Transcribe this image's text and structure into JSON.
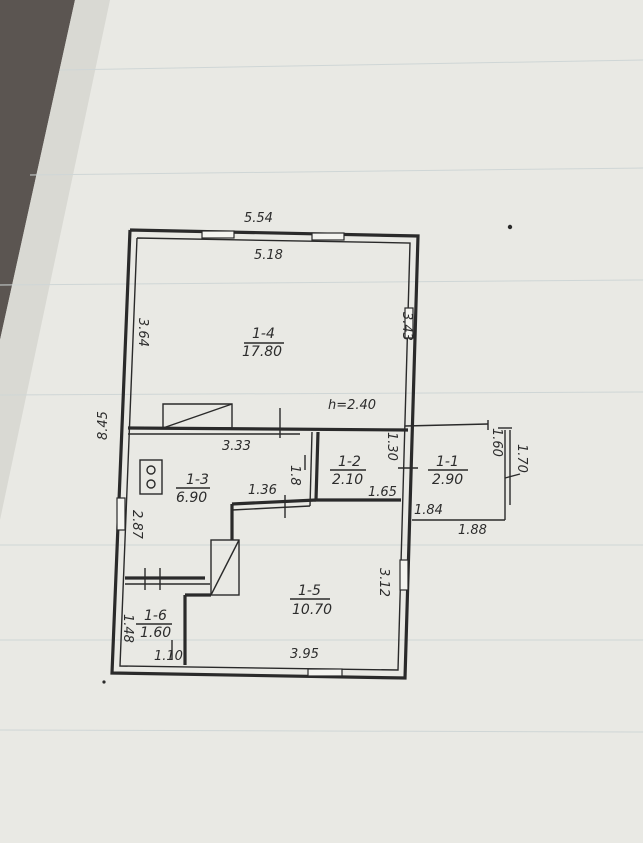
{
  "plan": {
    "overall_width": "5.54",
    "overall_height": "8.45",
    "ceiling_height": "h=2.40",
    "rooms": [
      {
        "id": "1-4",
        "area": "17.80"
      },
      {
        "id": "1-3",
        "area": "6.90"
      },
      {
        "id": "1-2",
        "area": "2.10"
      },
      {
        "id": "1-1",
        "area": "2.90"
      },
      {
        "id": "1-5",
        "area": "10.70"
      },
      {
        "id": "1-6",
        "area": "1.60"
      }
    ],
    "dimensions": {
      "room14_width": "5.18",
      "room14_left": "3.64",
      "room14_right": "3.43",
      "room13_width": "3.33",
      "room13_mid": "1.36",
      "room12_h": "1.8",
      "room12_v": "1.30",
      "room12_w": "1.65",
      "left_mid": "2.87",
      "room16_h": "1.48",
      "room16_w": "1.10",
      "room15_right": "3.12",
      "room15_width": "3.95",
      "porch_bottom_left": "1.84",
      "porch_bottom": "1.88",
      "porch_h1": "1.60",
      "porch_h2": "1.70"
    }
  },
  "colors": {
    "paper": "#e9e9e4",
    "ink": "#2a2a2a",
    "shadow": "#5b5551"
  }
}
